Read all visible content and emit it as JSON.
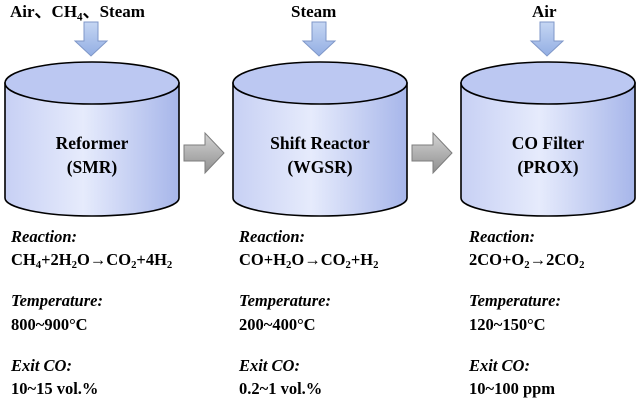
{
  "feeds": [
    {
      "html": "Air、CH<sub>4</sub>、Steam"
    },
    {
      "html": "Steam"
    },
    {
      "html": "Air"
    }
  ],
  "vessels": [
    {
      "name": "Reformer",
      "abbr": "(SMR)"
    },
    {
      "name": "Shift Reactor",
      "abbr": "(WGSR)"
    },
    {
      "name": "CO Filter",
      "abbr": "(PROX)"
    }
  ],
  "labels": {
    "reaction": "Reaction:",
    "temperature": "Temperature:",
    "exit_co": "Exit CO:"
  },
  "stages": [
    {
      "reaction_html": "CH<sub>4</sub>+2H<sub>2</sub>O→CO<sub>2</sub>+4H<sub>2</sub>",
      "temperature": "800~900°C",
      "exit_co": "10~15 vol.%"
    },
    {
      "reaction_html": "CO+H<sub>2</sub>O→CO<sub>2</sub>+H<sub>2</sub>",
      "temperature": "200~400°C",
      "exit_co": "0.2~1 vol.%"
    },
    {
      "reaction_html": "2CO+O<sub>2</sub>→2CO<sub>2</sub>",
      "temperature": "120~150°C",
      "exit_co": "10~100 ppm"
    }
  ],
  "colors": {
    "vessel_top": "#b9c5f1",
    "vessel_body_light": "#e3e8fb",
    "vessel_body_dark": "#9eaee8",
    "inlet_arrow": "#a9c1ea",
    "flow_arrow": "#a6a6a6",
    "outline": "#000000"
  }
}
